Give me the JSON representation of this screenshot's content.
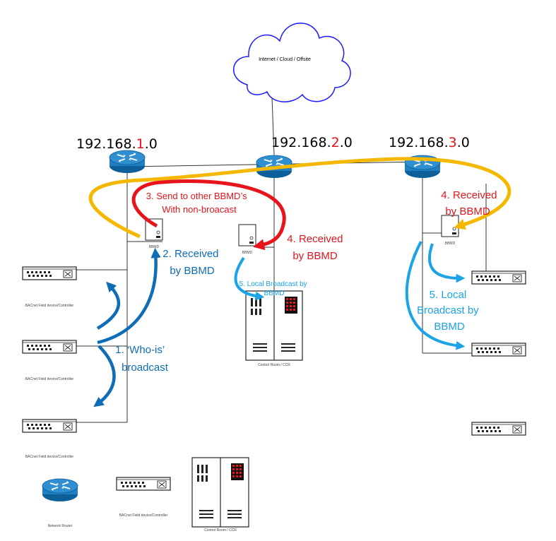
{
  "colors": {
    "red": "#e8141c",
    "blue_dark": "#0f6db7",
    "blue_light": "#1aa3e6",
    "gold": "#f5b800",
    "router": "#1f7fc0",
    "line": "#333333",
    "cloud": "#1a1aff"
  },
  "cloud": {
    "label": "Internet / Cloud / Offsite"
  },
  "networks": [
    {
      "prefix": "192.168.",
      "octet": "1",
      "suffix": ".0"
    },
    {
      "prefix": "192.168.",
      "octet": "2",
      "suffix": ".0"
    },
    {
      "prefix": "192.168.",
      "octet": "3",
      "suffix": ".0"
    }
  ],
  "device_labels": {
    "bbmd": "BBMD",
    "field_device": "BACnet Field device/Controller",
    "control_room": "Control Room / CCR",
    "network_router": "Network Router"
  },
  "steps": {
    "s1": [
      "1. ‘Who-is’",
      "broadcast"
    ],
    "s2": [
      "2. Received",
      "by BBMD"
    ],
    "s3": [
      "3. Send to other BBMD’s",
      "With non-broacast"
    ],
    "s4a": [
      "4. Received",
      "by BBMD"
    ],
    "s4b": [
      "4. Received",
      "by BBMD"
    ],
    "s5a": [
      "5. Local Broadcast by",
      "BBMD"
    ],
    "s5b": [
      "5. Local",
      "Broadcast by",
      "BBMD"
    ]
  },
  "icons": [
    "cloud-icon",
    "router-icon",
    "bbmd-server-icon",
    "network-switch-icon",
    "control-room-icon"
  ]
}
